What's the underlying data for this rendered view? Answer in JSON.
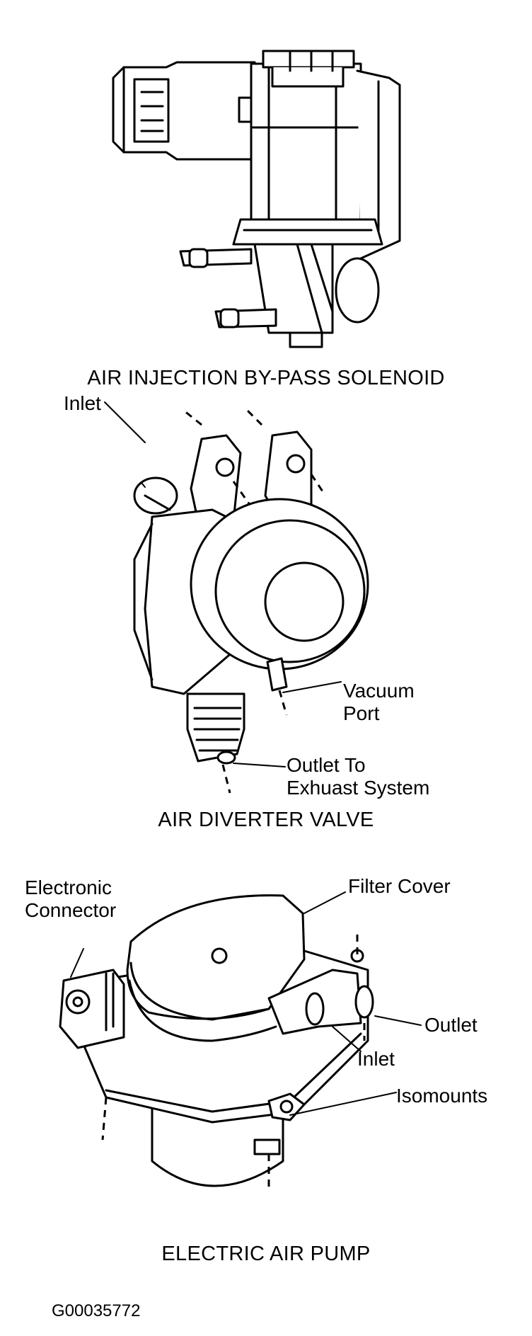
{
  "figures": [
    {
      "caption": "AIR INJECTION BY-PASS SOLENOID",
      "labels": []
    },
    {
      "caption": "AIR DIVERTER VALVE",
      "labels": {
        "inlet": "Inlet",
        "vacuum_port_1": "Vacuum",
        "vacuum_port_2": "Port",
        "outlet_1": "Outlet To",
        "outlet_2": "Exhuast System"
      }
    },
    {
      "caption": "ELECTRIC AIR PUMP",
      "labels": {
        "connector_1": "Electronic",
        "connector_2": "Connector",
        "filter_cover": "Filter Cover",
        "outlet": "Outlet",
        "inlet": "Inlet",
        "isomounts": "Isomounts"
      }
    }
  ],
  "reference_code": "G00035772"
}
